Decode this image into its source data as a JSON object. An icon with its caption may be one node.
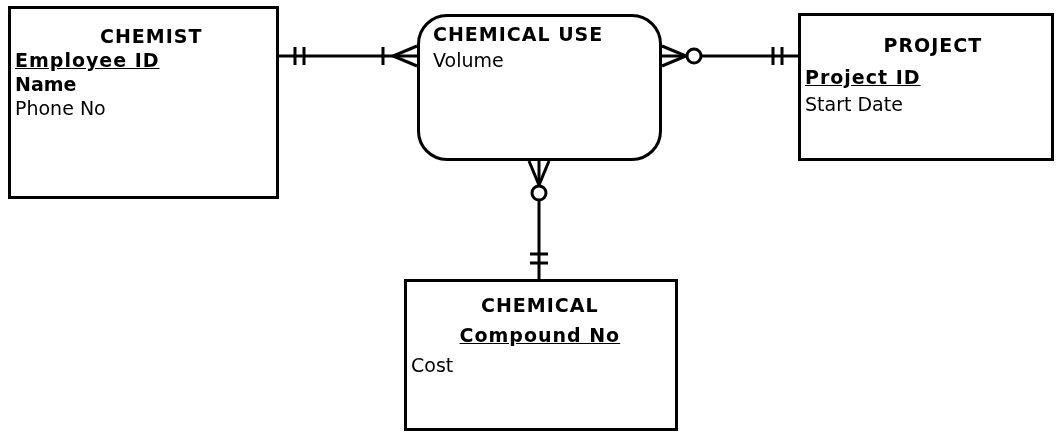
{
  "diagram": {
    "nodes": [
      {
        "text": [
          "CHEMIST",
          "Employee ID",
          "Name",
          "Phone No"
        ]
      },
      {
        "text": [
          "CHEMICAL USE",
          "Volume"
        ]
      },
      {
        "text": [
          "PROJECT",
          "Project ID",
          "Start Date"
        ]
      },
      {
        "text": [
          "CHEMICAL",
          "Compound No",
          "Cost"
        ]
      }
    ],
    "edges": [
      {
        "from": 0,
        "to": 1,
        "arrow": "other"
      },
      {
        "from": 1,
        "to": 2,
        "arrow": "other"
      },
      {
        "from": 1,
        "to": 3,
        "arrow": "other"
      }
    ]
  }
}
